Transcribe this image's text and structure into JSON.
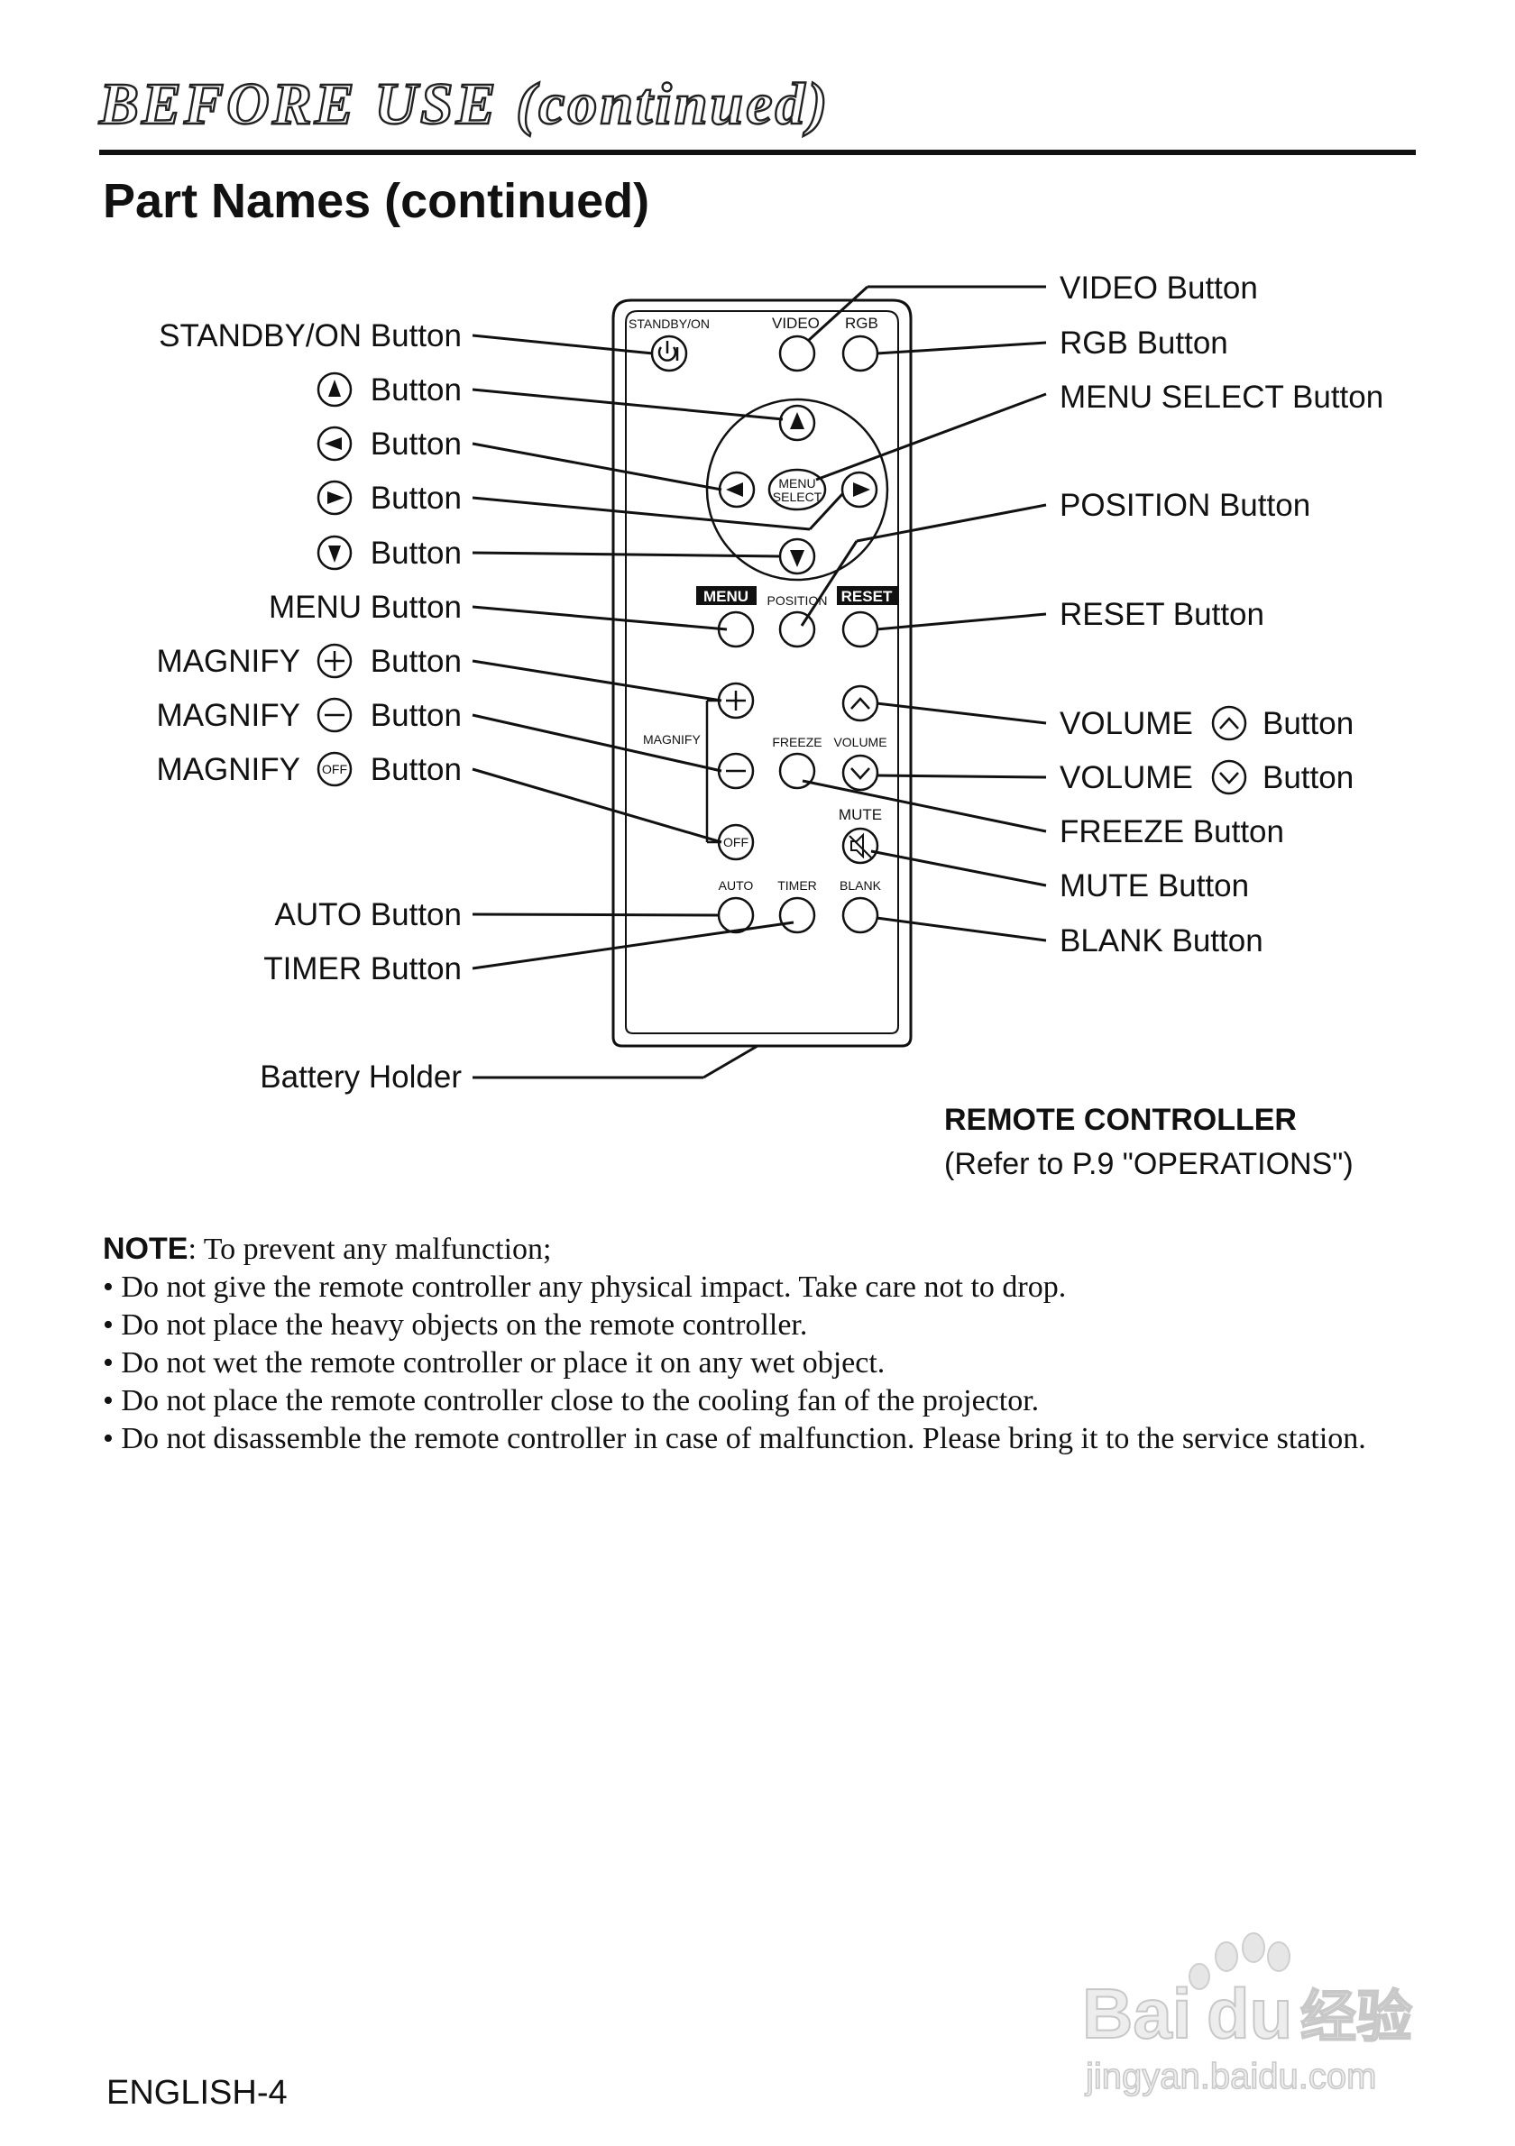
{
  "header": {
    "section": "BEFORE USE (continued)",
    "title": "Part Names (continued)"
  },
  "remote": {
    "printed": {
      "standby": "STANDBY/ON",
      "video": "VIDEO",
      "rgb": "RGB",
      "menu_select_1": "MENU",
      "menu_select_2": "SELECT",
      "menu": "MENU",
      "position": "POSITION",
      "reset": "RESET",
      "magnify": "MAGNIFY",
      "freeze": "FREEZE",
      "volume": "VOLUME",
      "mute": "MUTE",
      "off": "OFF",
      "auto": "AUTO",
      "timer": "TIMER",
      "blank": "BLANK"
    }
  },
  "labels": {
    "left": {
      "standby": "STANDBY/ON Button",
      "button": "Button",
      "menu": "MENU Button",
      "magnify": "MAGNIFY",
      "auto": "AUTO Button",
      "timer": "TIMER Button",
      "battery": "Battery Holder"
    },
    "right": {
      "video": "VIDEO Button",
      "rgb": "RGB Button",
      "menu_select": "MENU SELECT Button",
      "position": "POSITION Button",
      "reset": "RESET Button",
      "volume": "VOLUME",
      "button": "Button",
      "freeze": "FREEZE Button",
      "mute": "MUTE Button",
      "blank": "BLANK Button"
    }
  },
  "caption": {
    "title": "REMOTE CONTROLLER",
    "ref": "(Refer to P.9 \"OPERATIONS\")"
  },
  "note": {
    "head": "NOTE",
    "intro": ": To prevent any malfunction;",
    "items": [
      "• Do not give the remote controller any physical impact. Take care not to drop.",
      "• Do not place the heavy objects on the remote controller.",
      "• Do not wet the remote controller or place it on any wet object.",
      "• Do not place the remote controller close to the cooling fan of the projector.",
      "• Do not disassemble the remote controller in case of malfunction. Please bring it to the service station."
    ]
  },
  "watermark": {
    "brand": "Bai",
    "brand2": "du",
    "cn": "经验",
    "url": "jingyan.baidu.com"
  },
  "footer": {
    "page": "ENGLISH-4"
  }
}
